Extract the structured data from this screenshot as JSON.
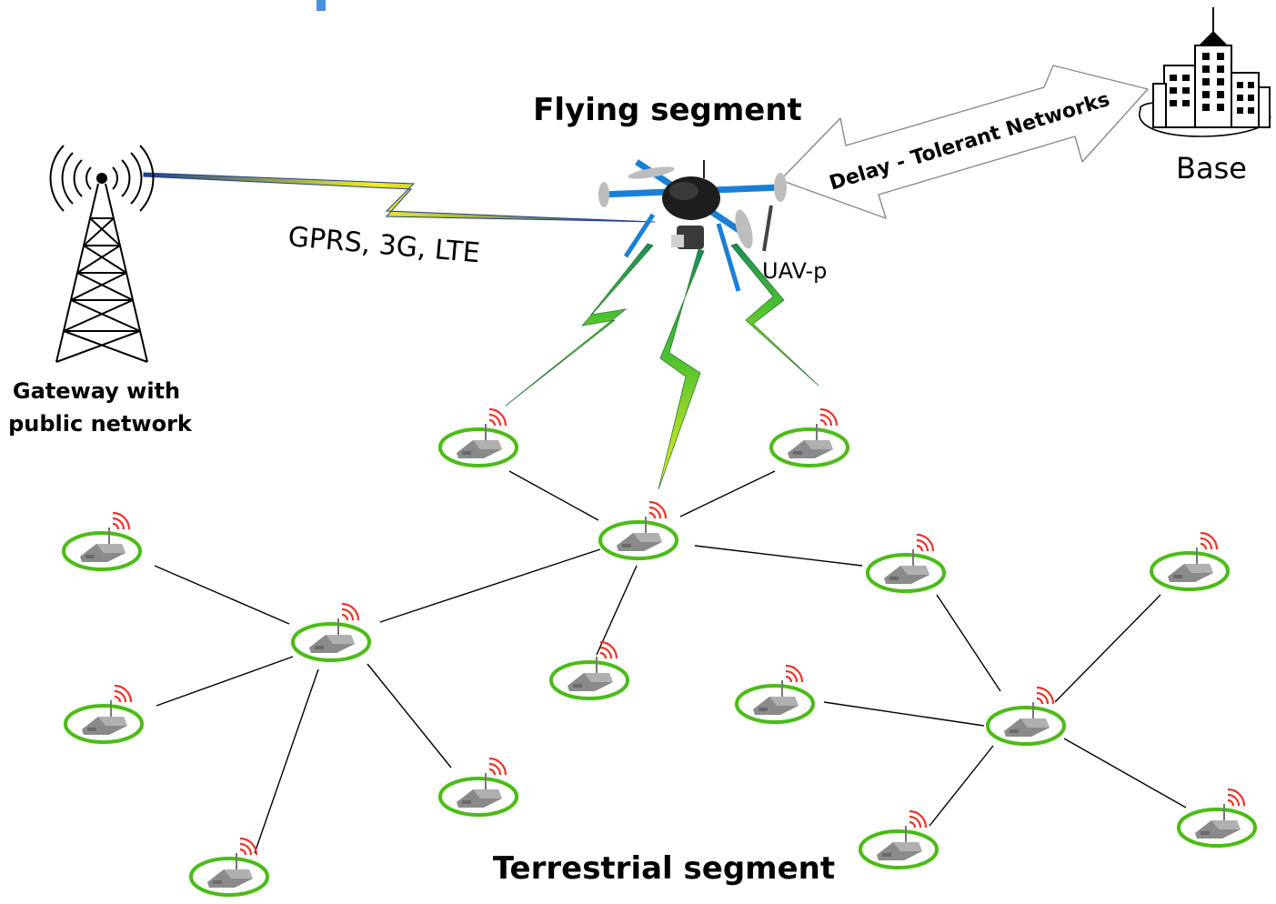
{
  "labels": {
    "flying_segment": "Flying segment",
    "terrestrial_segment": "Terrestrial segment",
    "gateway_line1": "Gateway with",
    "gateway_line2": "public network",
    "gprs": "GPRS, 3G, LTE",
    "uav": "UAV-p",
    "dtn": "Delay - Tolerant Networks",
    "base": "Base"
  },
  "colors": {
    "node_ring": "#4cbb17",
    "node_glow": "#c9f0b8",
    "signal_waves": "#e8342a",
    "base_text": "#5a2a1a",
    "drone_arm": "#1a7fd6",
    "link_yellow": "#f2ef1e",
    "link_green": "#2fae3a",
    "link_blue": "#1f3f8f"
  },
  "icons": {
    "gateway": "radio-tower-icon",
    "base": "office-building-icon",
    "uav": "drone-icon",
    "sensor": "sensor-node-icon",
    "signal": "wireless-signal-icon"
  }
}
